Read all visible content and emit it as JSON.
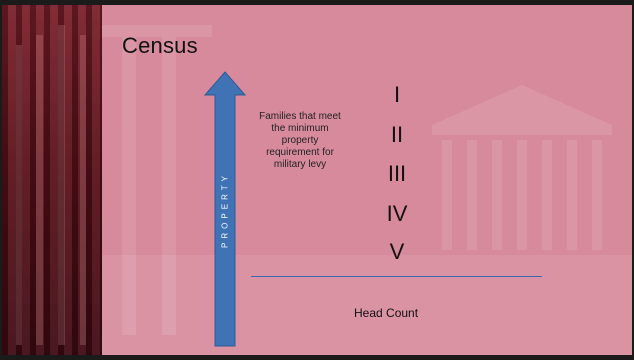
{
  "slide": {
    "title": "Census",
    "arrow_label": "PROPERTY",
    "families_text": "Families that meet the minimum property requirement for military levy",
    "classes": [
      "I",
      "II",
      "III",
      "IV",
      "V"
    ],
    "bottom_label": "Head Count"
  },
  "colors": {
    "background_pink": "#d78a9c",
    "arrow_blue": "#3f73b5",
    "divider_blue": "#3d68b0",
    "left_strip": "#5a1019"
  }
}
